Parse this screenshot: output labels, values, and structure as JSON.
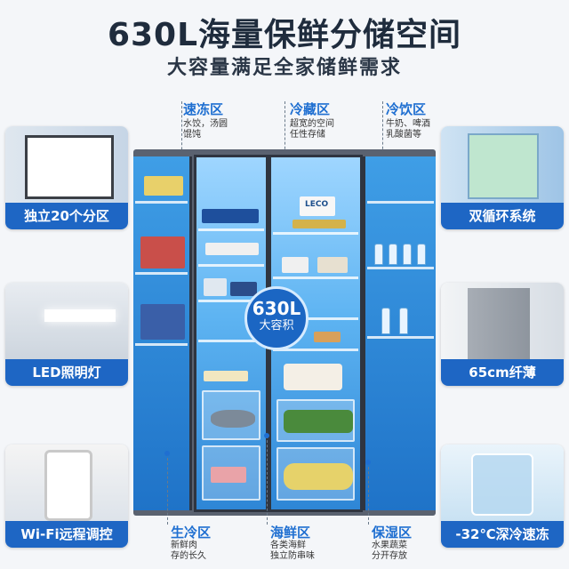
{
  "title": "630L海量保鲜分储空间",
  "subtitle": "大容量满足全家储鲜需求",
  "badge": {
    "big": "630L",
    "small": "大容积"
  },
  "fridge_brand": "LECO",
  "zones_top": [
    {
      "name": "速冻区",
      "desc1": "水饺，汤圆",
      "desc2": "馄饨"
    },
    {
      "name": "冷藏区",
      "desc1": "超宽的空间",
      "desc2": "任性存储"
    },
    {
      "name": "冷饮区",
      "desc1": "牛奶、啤酒",
      "desc2": "乳酸菌等"
    }
  ],
  "zones_bottom": [
    {
      "name": "生冷区",
      "desc1": "新鲜肉",
      "desc2": "存的长久"
    },
    {
      "name": "海鲜区",
      "desc1": "各类海鲜",
      "desc2": "独立防串味"
    },
    {
      "name": "保湿区",
      "desc1": "水果蔬菜",
      "desc2": "分开存放"
    }
  ],
  "features_left": [
    {
      "label": "独立20个分区"
    },
    {
      "label": "LED照明灯"
    },
    {
      "label": "Wi-Fi远程调控"
    }
  ],
  "features_right": [
    {
      "label": "双循环系统"
    },
    {
      "label": "65cm纤薄"
    },
    {
      "label": "-32℃深冷速冻"
    }
  ],
  "colors": {
    "accent": "#1e66c4",
    "zone_text": "#1f6fd1"
  }
}
